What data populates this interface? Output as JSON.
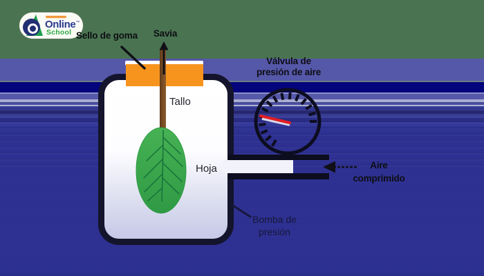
{
  "logo": {
    "brand_top": "Online",
    "brand_bottom": "School",
    "trademark": "™"
  },
  "labels": {
    "seal": "Sello de goma",
    "sap": "Savia",
    "valve_line1": "Válvula de",
    "valve_line2": "presión de aire",
    "stem": "Tallo",
    "leaf": "Hoja",
    "air_line1": "Aire",
    "air_line2": "comprimido",
    "pump_line1": "Bomba de",
    "pump_line2": "presión"
  },
  "colors": {
    "background_green": "#4a7451",
    "band_periwinkle": "#5557a9",
    "band_navy": "#04047c",
    "background_blue": "#2e3192",
    "seal_orange": "#f7941e",
    "stem_brown": "#7a4c24",
    "leaf_green": "#3aa84c",
    "vein_green": "#17703a",
    "needle_red": "#e31e24",
    "outline_dark": "#14142c",
    "logo_navy": "#2b3990",
    "logo_green": "#2faa4a"
  }
}
